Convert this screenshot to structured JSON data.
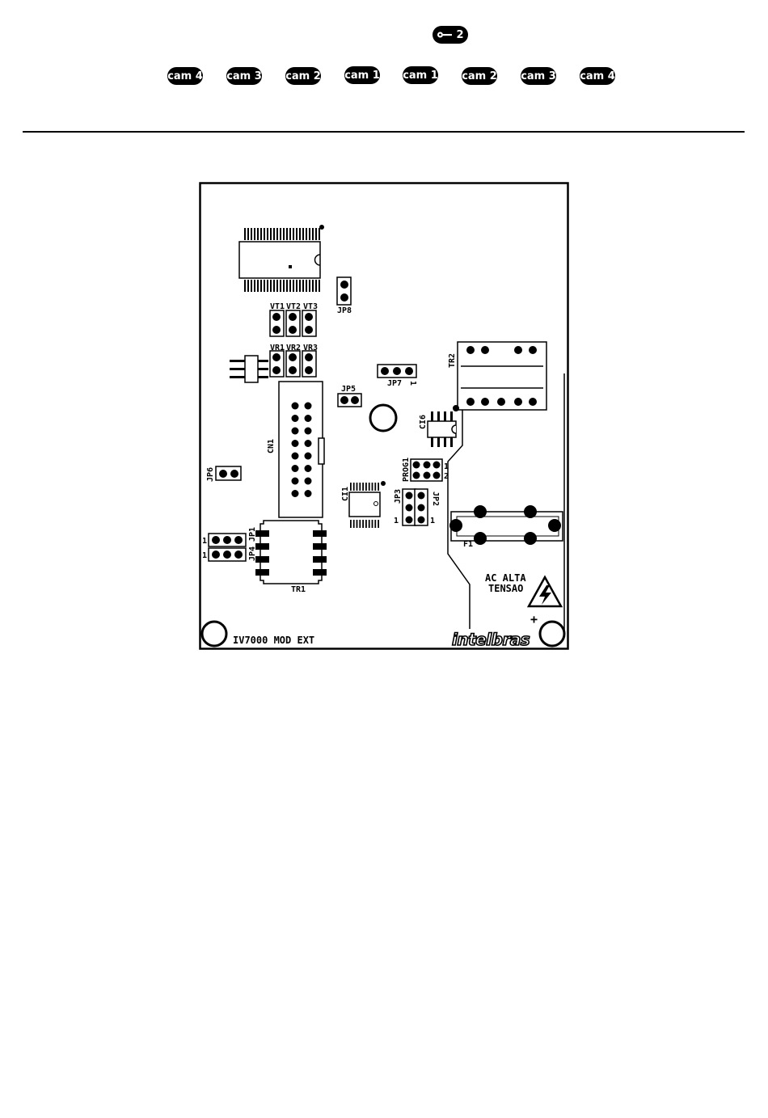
{
  "key_badge": {
    "label": "2"
  },
  "cam_buttons": [
    "cam 4",
    "cam 3",
    "cam 2",
    "cam 1",
    "cam 1",
    "cam 2",
    "cam 3",
    "cam 4"
  ],
  "board": {
    "labels": {
      "jp8": "JP8",
      "vt1": "VT1",
      "vt2": "VT2",
      "vt3": "VT3",
      "vr1": "VR1",
      "vr2": "VR2",
      "vr3": "VR3",
      "jp5": "JP5",
      "jp7": "JP7",
      "jp7_pin": "1",
      "tr2": "TR2",
      "ci6": "CI6",
      "cn1": "CN1",
      "jp6": "JP6",
      "prog1": "PROG1",
      "prog1_pin1": "1",
      "prog1_pin2": "2",
      "ci1": "CI1",
      "jp3": "JP3",
      "jp2": "JP2",
      "jp3_pin": "1",
      "jp2_pin": "1",
      "f1": "F1",
      "jp1": "JP1",
      "jp4": "JP4",
      "jp1_pin": "1",
      "jp4_pin": "1",
      "tr1": "TR1",
      "ac_alta": "AC ALTA",
      "tensao": "TENSAO",
      "plus": "+",
      "model": "IV7000 MOD EXT",
      "brand": "intelbras"
    }
  },
  "colors": {
    "ink": "#000000",
    "paper": "#ffffff"
  }
}
